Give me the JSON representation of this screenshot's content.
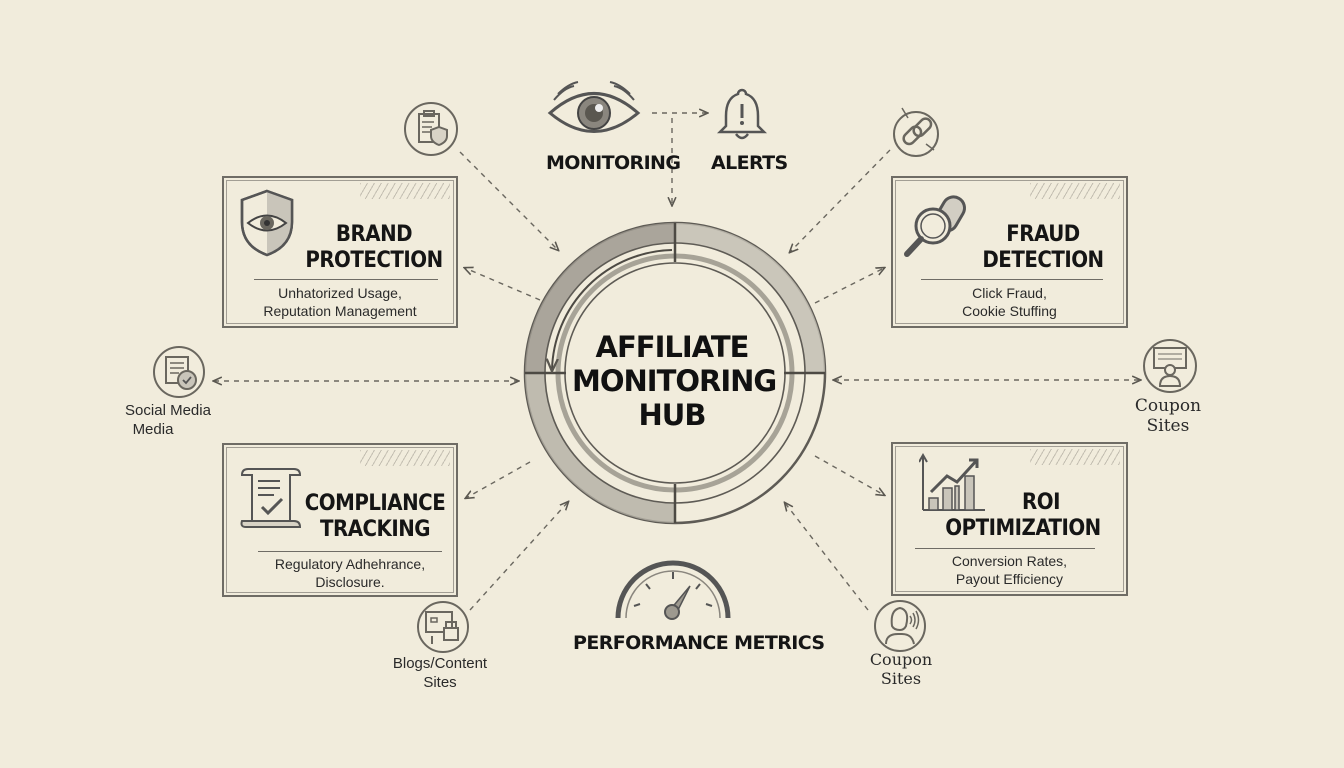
{
  "hub": {
    "line1": "AFFILIATE",
    "line2": "MONITORING",
    "line3": "HUB"
  },
  "top": {
    "monitoring_label": "MONITORING",
    "alerts_label": "ALERTS",
    "monitoring_icon": "eye-icon",
    "alerts_icon": "bell-alert-icon"
  },
  "bottom": {
    "performance_label": "PERFORMANCE METRICS",
    "performance_icon": "gauge-icon"
  },
  "cards": [
    {
      "id": "brand-protection",
      "title_line1": "BRAND",
      "title_line2": "PROTECTION",
      "desc_line1": "Unhatorized Usage,",
      "desc_line2": "Reputation Management",
      "icon": "shield-eye-icon"
    },
    {
      "id": "fraud-detection",
      "title_line1": "FRAUD",
      "title_line2": "DETECTION",
      "desc_line1": "Click Fraud,",
      "desc_line2": "Cookie Stuffing",
      "icon": "magnifier-link-icon"
    },
    {
      "id": "compliance-tracking",
      "title_line1": "COMPLIANCE",
      "title_line2": "TRACKING",
      "desc_line1": "Regulatory Adhehrance,",
      "desc_line2": "Disclosure.",
      "icon": "scroll-check-icon"
    },
    {
      "id": "roi-optimization",
      "title_line1": "ROI",
      "title_line2": "OPTIMIZATION",
      "desc_line1": "Conversion Rates,",
      "desc_line2": "Payout Efficiency",
      "icon": "bar-chart-trend-icon"
    }
  ],
  "satellites": [
    {
      "id": "social-media",
      "line1": "Social Media",
      "line2": "Media",
      "icon": "document-shield-icon"
    },
    {
      "id": "coupon-sites-right",
      "line1": "Coupon",
      "line2": "Sites",
      "icon": "person-screen-icon"
    },
    {
      "id": "blogs-content",
      "line1": "Blogs/Content",
      "line2": "Sites",
      "icon": "devices-icon"
    },
    {
      "id": "coupon-sites-bottom",
      "line1": "Coupon",
      "line2": "Sites",
      "icon": "person-voice-icon"
    }
  ],
  "corner_icons": [
    {
      "id": "clipboard-shield",
      "icon": "clipboard-shield-icon"
    },
    {
      "id": "broken-link",
      "icon": "broken-link-icon"
    }
  ],
  "colors": {
    "background": "#f1ecdc",
    "ink": "#151515",
    "stroke": "#6f6c65",
    "ring_fill": "#a9a59b"
  }
}
